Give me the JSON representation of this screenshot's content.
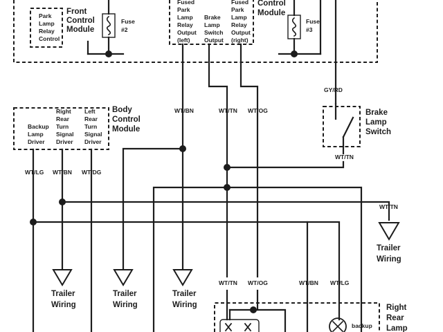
{
  "front_control_module": {
    "title": [
      "Front",
      "Control",
      "Module"
    ],
    "driver": [
      "Park",
      "Lamp",
      "Relay",
      "Control"
    ],
    "fuse": [
      "Fuse",
      "#2"
    ]
  },
  "outputs_module": {
    "left_output": [
      "Fused",
      "Park",
      "Lamp",
      "Relay",
      "Output",
      "(left)"
    ],
    "brake_output": [
      "Brake",
      "Lamp",
      "Switch",
      "Output"
    ],
    "right_output": [
      "Fused",
      "Park",
      "Lamp",
      "Relay",
      "Output",
      "(right)"
    ]
  },
  "rear_control_module": {
    "title": [
      "Control",
      "Module"
    ],
    "fuse": [
      "Fuse",
      "#3"
    ]
  },
  "body_control_module": {
    "title": [
      "Body",
      "Control",
      "Module"
    ],
    "backup_driver": [
      "Backup",
      "Lamp",
      "Driver"
    ],
    "right_turn_driver": [
      "Right",
      "Rear",
      "Turn",
      "Signal",
      "Driver"
    ],
    "left_turn_driver": [
      "Left",
      "Rear",
      "Turn",
      "Signal",
      "Driver"
    ]
  },
  "brake_lamp_switch": {
    "title": [
      "Brake",
      "Lamp",
      "Switch"
    ],
    "wire_in": "GY/RD",
    "wire_out": "WT/TN"
  },
  "wire_labels": {
    "center_left": "WT/BN",
    "center_mid": "WT/TN",
    "center_right": "WT/OG",
    "bcm_backup": "WT/LG",
    "bcm_right_turn": "WT/BN",
    "bcm_left_turn": "WT/DG",
    "right_side": "WT/TN",
    "lamp_1": "WT/TN",
    "lamp_2": "WT/OG",
    "lamp_3": "WT/BN",
    "lamp_4": "WT/LG"
  },
  "trailer_connectors": {
    "right": [
      "Trailer",
      "Wiring"
    ],
    "bottom_1": [
      "Trailer",
      "Wiring"
    ],
    "bottom_2": [
      "Trailer",
      "Wiring"
    ],
    "bottom_3": [
      "Trailer",
      "Wiring"
    ]
  },
  "right_rear_lamp": {
    "title": [
      "Right",
      "Rear",
      "Lamp"
    ],
    "backup_label": "backup"
  }
}
